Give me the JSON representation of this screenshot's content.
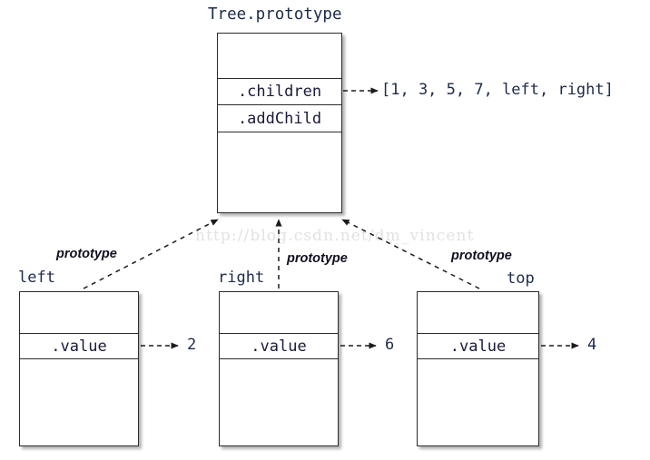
{
  "diagram": {
    "title": "Tree.prototype",
    "watermark": "http://blog.csdn.net/dm_vincent",
    "prototype_label": "prototype",
    "prototype_box": {
      "name": "Tree.prototype",
      "slots": [
        "",
        ".children",
        ".addChild",
        ""
      ],
      "children_value": "[1, 3, 5, 7, left, right]"
    },
    "instances": [
      {
        "name": "left",
        "proto_label": "prototype",
        "slots": [
          "",
          ".value",
          ""
        ],
        "value": "2"
      },
      {
        "name": "right",
        "proto_label": "prototype",
        "slots": [
          "",
          ".value",
          ""
        ],
        "value": "6"
      },
      {
        "name": "top",
        "proto_label": "prototype",
        "slots": [
          "",
          ".value",
          ""
        ],
        "value": "4"
      }
    ]
  },
  "colors": {
    "stroke": "#2b2b2b",
    "text": "#1c2b4a",
    "watermark": "#e2e2e2",
    "background": "#ffffff"
  }
}
